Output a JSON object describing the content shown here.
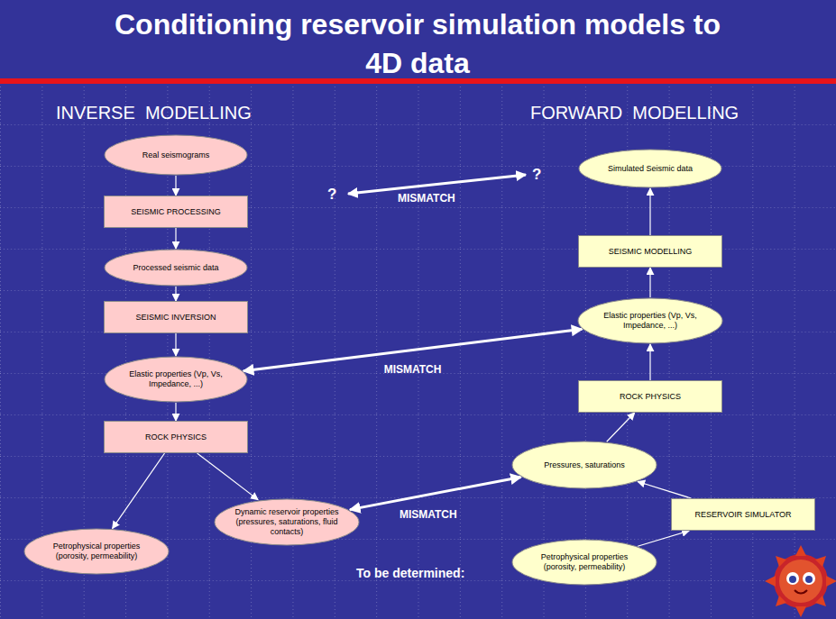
{
  "diagram": {
    "title": "Conditioning reservoir simulation models to 4D data",
    "nodes": [
      {
        "text": [
          "Real seismograms"
        ]
      },
      {
        "text": [
          "SEISMIC PROCESSING"
        ]
      },
      {
        "text": [
          "Processed seismic data"
        ]
      },
      {
        "text": [
          "SEISMIC INVERSION"
        ]
      },
      {
        "text": [
          "Elastic properties (Vp, Vs, Impedance, ...)"
        ]
      },
      {
        "text": [
          "ROCK PHYSICS"
        ]
      },
      {
        "text": [
          "Petrophysical properties (porosity, permeability)"
        ]
      },
      {
        "text": [
          "Dynamic reservoir properties (pressures, saturations, fluid contacts)"
        ]
      },
      {
        "text": [
          "Simulated Seismic data"
        ]
      },
      {
        "text": [
          "SEISMIC MODELLING"
        ]
      },
      {
        "text": [
          "Elastic properties (Vp, Vs, Impedance, ...)"
        ]
      },
      {
        "text": [
          "ROCK PHYSICS"
        ]
      },
      {
        "text": [
          "Pressures, saturations"
        ]
      },
      {
        "text": [
          "RESERVOIR SIMULATOR"
        ]
      },
      {
        "text": [
          "Petrophysical properties (porosity, permeability)"
        ]
      }
    ],
    "edges": [
      {
        "from": 0,
        "to": 1,
        "arrow": "to"
      },
      {
        "from": 1,
        "to": 2,
        "arrow": "to"
      },
      {
        "from": 2,
        "to": 3,
        "arrow": "to"
      },
      {
        "from": 3,
        "to": 4,
        "arrow": "to"
      },
      {
        "from": 4,
        "to": 5,
        "arrow": "to"
      },
      {
        "from": 5,
        "to": 6,
        "arrow": "to"
      },
      {
        "from": 5,
        "to": 7,
        "arrow": "to"
      },
      {
        "from": 14,
        "to": 13,
        "arrow": "to"
      },
      {
        "from": 13,
        "to": 12,
        "arrow": "to"
      },
      {
        "from": 12,
        "to": 11,
        "arrow": "to"
      },
      {
        "from": 11,
        "to": 10,
        "arrow": "to"
      },
      {
        "from": 10,
        "to": 9,
        "arrow": "to"
      },
      {
        "from": 9,
        "to": 8,
        "arrow": "to"
      },
      {
        "from": 4,
        "to": 10,
        "label": "MISMATCH",
        "arrow": "both"
      },
      {
        "from": 7,
        "to": 12,
        "label": "MISMATCH",
        "arrow": "both"
      }
    ],
    "labels": [
      "INVERSE  MODELLING",
      "FORWARD  MODELLING",
      "?",
      "?",
      "MISMATCH",
      "To be determined:"
    ]
  }
}
